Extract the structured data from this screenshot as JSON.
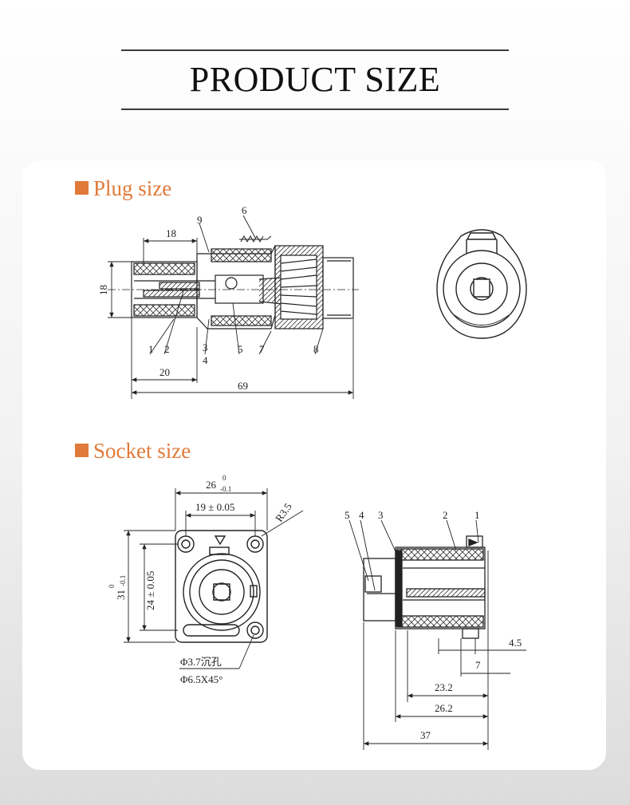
{
  "header": {
    "title": "PRODUCT SIZE"
  },
  "colors": {
    "accent": "#e07a3a",
    "line": "#222222"
  },
  "plug": {
    "section_title": "Plug size",
    "dim_18_top": "18",
    "dim_18_side": "18",
    "dim_20": "20",
    "dim_69": "69",
    "callouts": [
      "1",
      "2",
      "3",
      "4",
      "5",
      "6",
      "7",
      "8",
      "9"
    ]
  },
  "socket": {
    "section_title": "Socket size",
    "front": {
      "width_26": "26",
      "tol_upper": "0",
      "tol_lower": "-0.1",
      "dim_19": "19 ± 0.05",
      "radius": "R3.5",
      "height_31": "31",
      "dim_24": "24 ± 0.05",
      "hole_note_1": "Φ3.7沉孔",
      "hole_note_2": "Φ6.5X45°"
    },
    "side": {
      "callouts": [
        "5",
        "4",
        "3",
        "2",
        "1"
      ],
      "dim_4_5": "4.5",
      "dim_7": "7",
      "dim_23_2": "23.2",
      "dim_26_2": "26.2",
      "dim_37": "37"
    }
  }
}
